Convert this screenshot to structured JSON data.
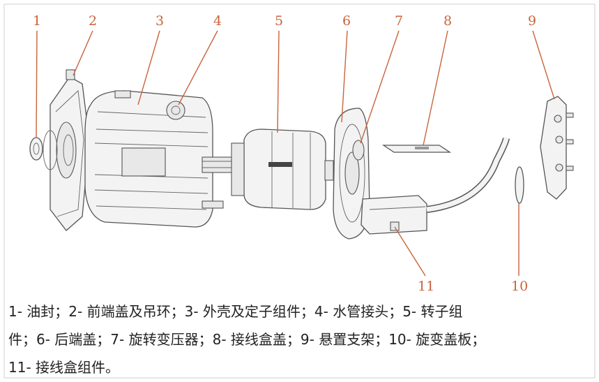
{
  "labels": [
    "1",
    "2",
    "3",
    "4",
    "5",
    "6",
    "7",
    "8",
    "9",
    "10",
    "11"
  ],
  "caption": {
    "line1": "1- 油封；2- 前端盖及吊环；3- 外壳及定子组件；4- 水管接头；5- 转子组",
    "line2": "件；6- 后端盖；7- 旋转变压器；8- 接线盒盖；9- 悬置支架；10- 旋变盖板；",
    "line3": "11- 接线盒组件。"
  },
  "colors": {
    "label": "#c8643c",
    "line": "#555555",
    "text": "#222222"
  }
}
